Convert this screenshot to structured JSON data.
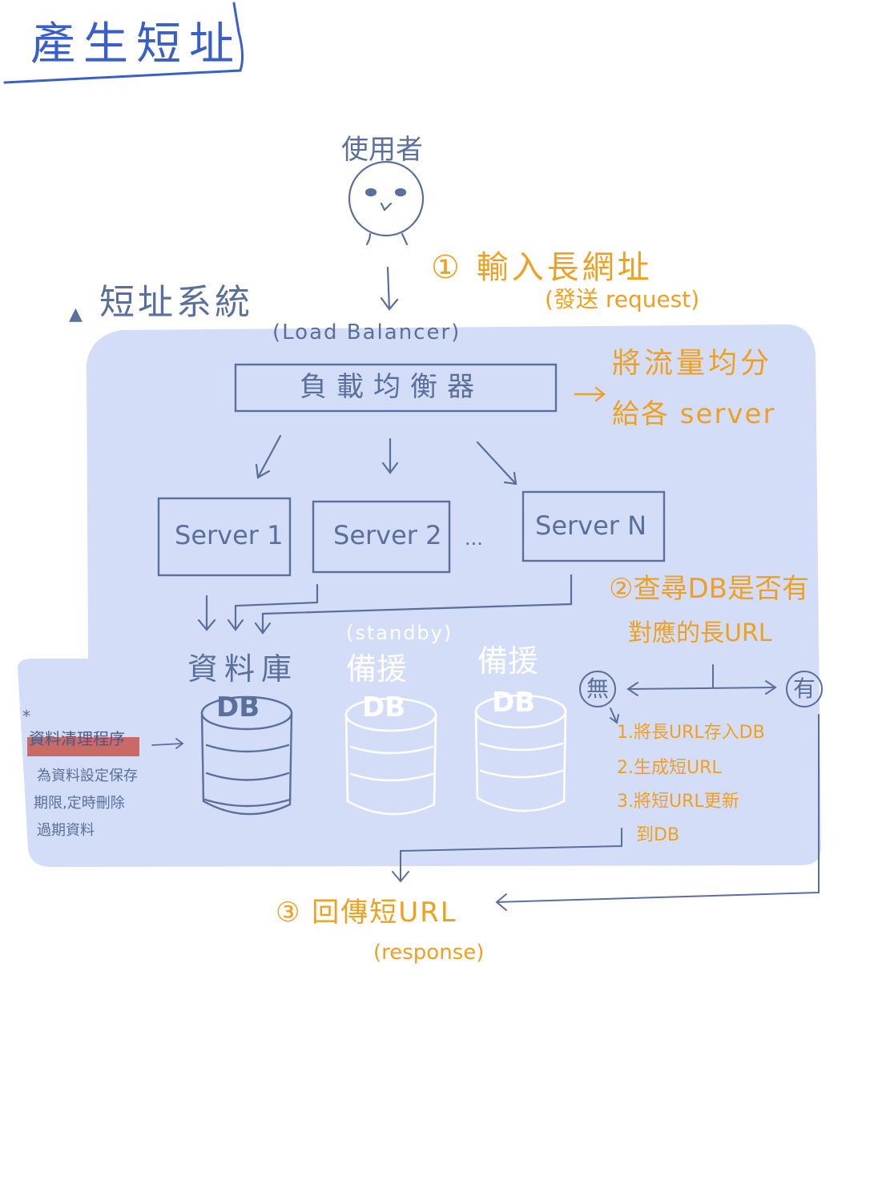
{
  "title": "產生短址",
  "user": {
    "label": "使用者"
  },
  "system": {
    "label": "短址系統"
  },
  "step1": {
    "label": "① 輸入長網址",
    "sub": "(發送 request)"
  },
  "load_balancer": {
    "en_label": "(Load Balancer)",
    "label": "負載均衡器",
    "note_line1": "將流量均分",
    "note_line2": "給各 server"
  },
  "servers": [
    {
      "label": "Server 1"
    },
    {
      "label": "Server 2"
    },
    {
      "label": "Server N"
    }
  ],
  "ellipsis": "...",
  "step2": {
    "line1": "②查尋DB是否有",
    "line2": "對應的長URL",
    "no": "無",
    "yes": "有"
  },
  "no_branch_steps": [
    "1.將長URL存入DB",
    "2.生成短URL",
    "3.將短URL更新",
    "到DB"
  ],
  "database": {
    "label": "資料庫",
    "db": "DB"
  },
  "standby": {
    "label": "(standby)",
    "backup1": "備援",
    "backup2": "備援",
    "db": "DB"
  },
  "cleanup": {
    "marker": "*",
    "title": "資料清理程序",
    "desc_line1": "為資料設定保存",
    "desc_line2": "期限,定時刪除",
    "desc_line3": "過期資料"
  },
  "step3": {
    "label": "③ 回傳短URL",
    "sub": "(response)"
  },
  "colors": {
    "system_fill": "#d4ddf8",
    "ink": "#5a6f9c",
    "title": "#3a5fc8",
    "orange": "#f0a020"
  }
}
